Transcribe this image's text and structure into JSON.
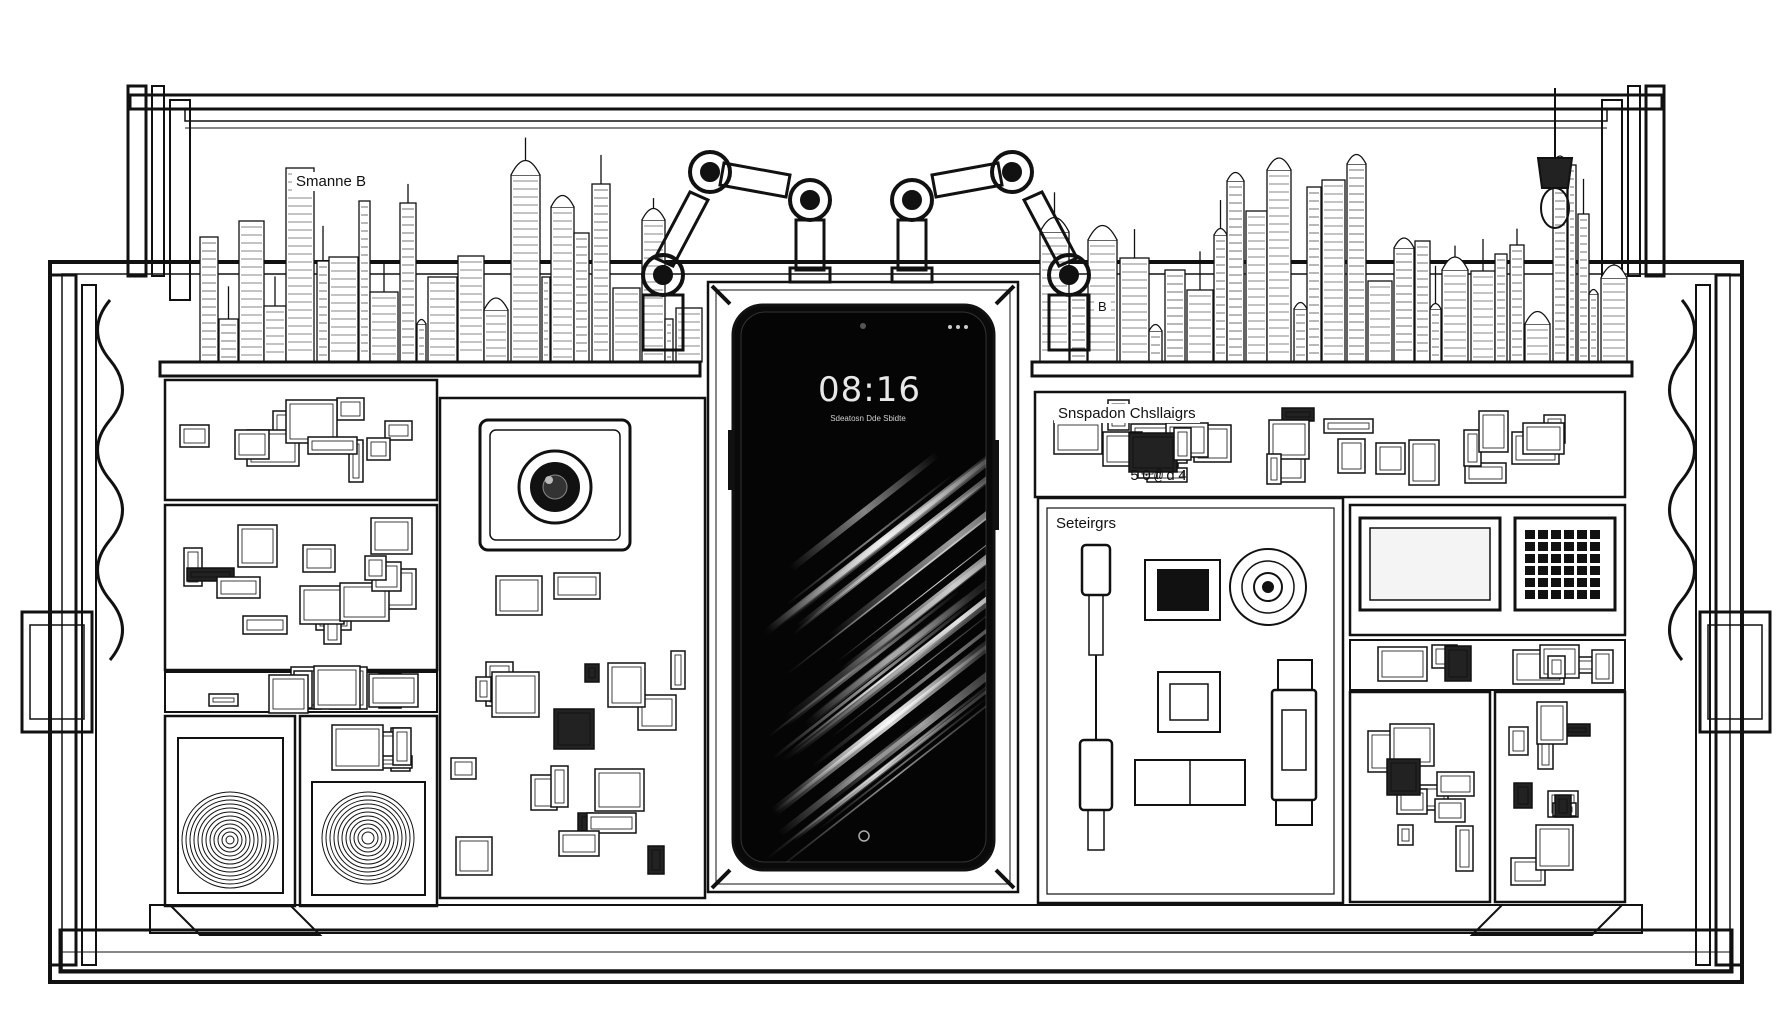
{
  "labels": {
    "sign_top_left": "Smanne B",
    "sign_right_panel": "Snspadon  Chsllaigrs",
    "sign_right_codes": "50@d4",
    "sign_right_sub": "Seteirgrs",
    "sign_small_right": "B"
  },
  "phone": {
    "time": "08:16",
    "subtitle": "Sdeatosn Dde Sbidte"
  },
  "icons": {
    "camera": "camera-lens-icon",
    "speaker": "speaker-icon",
    "robot_arm": "robot-arm-icon",
    "lamp": "hanging-lamp-icon",
    "chip": "chip-icon",
    "usb": "usb-connector-icon"
  }
}
